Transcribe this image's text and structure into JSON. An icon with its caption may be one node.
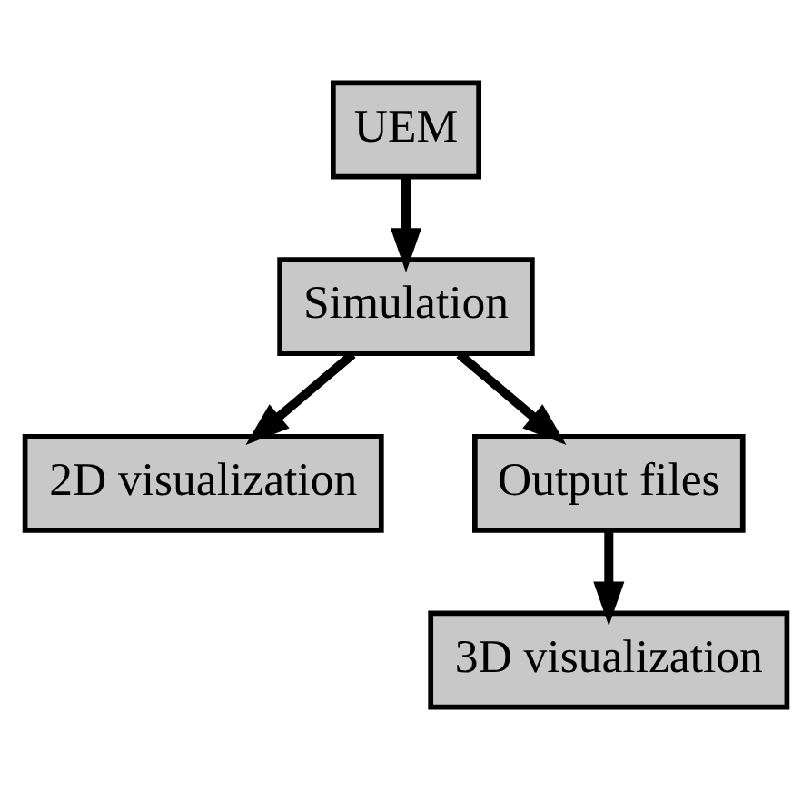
{
  "diagram": {
    "nodes": [
      {
        "text": [
          "UEM"
        ]
      },
      {
        "text": [
          "Simulation"
        ]
      },
      {
        "text": [
          "Output files"
        ]
      },
      {
        "text": [
          "2D visualization"
        ]
      },
      {
        "text": [
          "3D visualization"
        ]
      }
    ],
    "edges": [
      {
        "from": 0,
        "to": 1,
        "arrow": "to"
      },
      {
        "from": 1,
        "to": 3,
        "arrow": "to"
      },
      {
        "from": 1,
        "to": 2,
        "arrow": "to"
      },
      {
        "from": 2,
        "to": 4,
        "arrow": "to"
      }
    ]
  }
}
